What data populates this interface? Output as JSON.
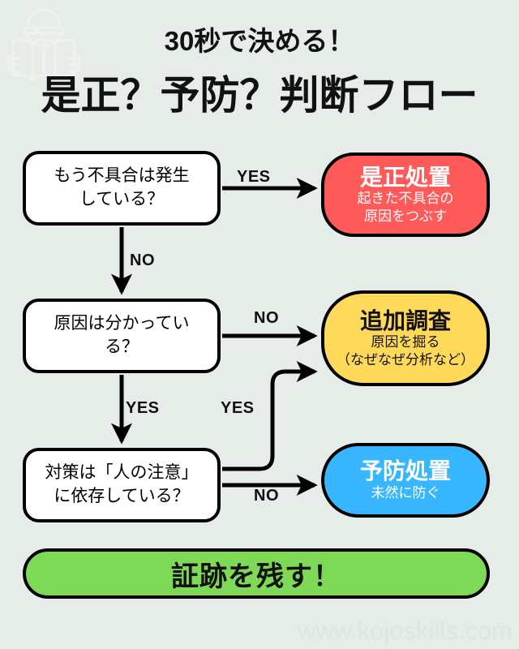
{
  "meta": {
    "background_color": "#e6ece8",
    "accent_colors": {
      "corrective_red": "#ff5a5a",
      "investigate_yellow": "#ffd95a",
      "preventive_blue": "#38b6ff",
      "evidence_green": "#7ed957",
      "outline_black": "#000000"
    }
  },
  "header": {
    "subtitle": "30秒で決める！",
    "title": "是正？予防？判断フロー"
  },
  "logo": {
    "name": "person-reading-book-logo"
  },
  "flow": {
    "questions": [
      {
        "id": "q1",
        "line1": "もう不具合は発生",
        "line2": "している？"
      },
      {
        "id": "q2",
        "line1": "原因は分かってい",
        "line2": "る？"
      },
      {
        "id": "q3",
        "line1": "対策は「人の注意」",
        "line2": "に依存している？"
      }
    ],
    "outcomes": [
      {
        "id": "corrective",
        "title": "是正処置",
        "sub_line1": "起きた不具合の",
        "sub_line2": "原因をつぶす",
        "color": "#ff5a5a"
      },
      {
        "id": "investigate",
        "title": "追加調査",
        "sub_line1": "原因を掘る",
        "sub_line2": "（なぜなぜ分析など）",
        "color": "#ffd95a"
      },
      {
        "id": "preventive",
        "title": "予防処置",
        "sub_line1": "未然に防ぐ",
        "sub_line2": "",
        "color": "#38b6ff"
      }
    ],
    "edge_labels": {
      "q1_yes": "YES",
      "q1_no": "NO",
      "q2_no": "NO",
      "q2_yes": "YES",
      "q3_yes": "YES",
      "q3_no": "NO"
    }
  },
  "footer": {
    "banner": "証跡を残す！",
    "url": "www.kojoskills.com"
  }
}
